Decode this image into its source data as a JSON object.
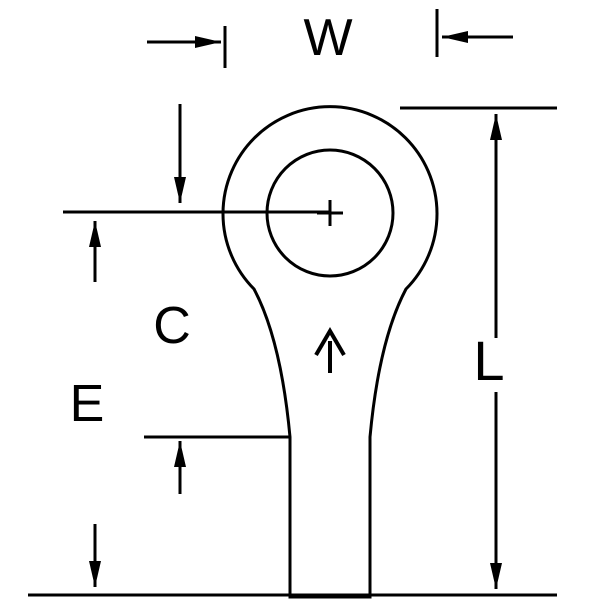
{
  "diagram": {
    "title": "ring-terminal-dimension-drawing",
    "labels": {
      "width": "W",
      "center_height": "C",
      "end_height": "E",
      "length": "L"
    },
    "colors": {
      "line": "#000000",
      "background": "#ffffff"
    },
    "symbols": {
      "center_mark": "+",
      "stamp_arrow": "up-arrow"
    }
  }
}
